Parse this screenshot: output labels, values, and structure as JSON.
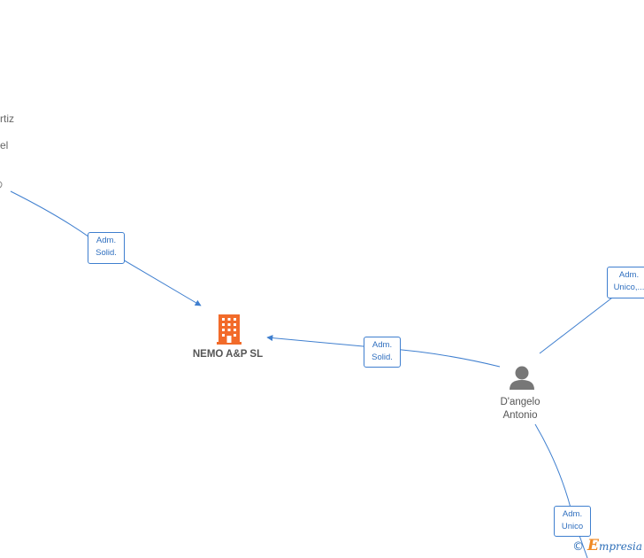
{
  "nodes": {
    "company": {
      "name": "NEMO A&P  SL",
      "icon": "building-icon",
      "color": "#f26b2a"
    },
    "person": {
      "name_line1": "D'angelo",
      "name_line2": "Antonio",
      "icon": "person-icon",
      "color": "#777777"
    },
    "offscreen_left": {
      "line1": "rtiz",
      "line2": "el"
    }
  },
  "edges": {
    "left_to_company": {
      "line1": "Adm.",
      "line2": "Solid."
    },
    "person_to_company": {
      "line1": "Adm.",
      "line2": "Solid."
    },
    "person_to_right": {
      "line1": "Adm.",
      "line2": "Unico,..."
    },
    "person_to_bottom": {
      "line1": "Adm.",
      "line2": "Unico"
    }
  },
  "brand": {
    "copyright": "©",
    "initial": "E",
    "rest": "mpresia"
  },
  "colors": {
    "edge": "#3f7fcf",
    "label_border": "#3f7fcf",
    "label_text": "#2f6fbf"
  }
}
